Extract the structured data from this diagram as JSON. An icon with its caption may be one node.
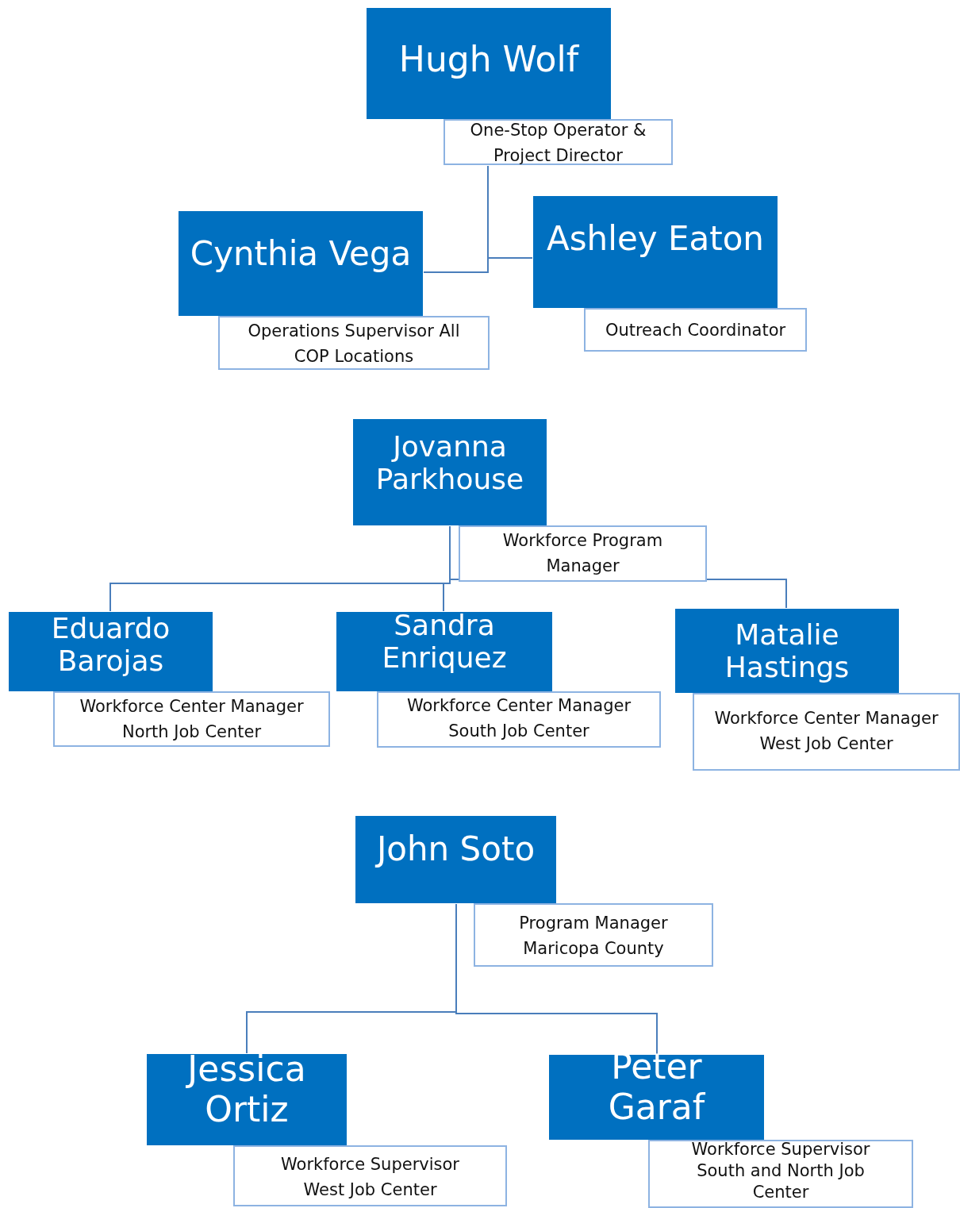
{
  "diagram": {
    "nodes": [
      {
        "text": [
          "Hugh Wolf"
        ]
      },
      {
        "text": [
          "One-Stop Operator & Project Director"
        ]
      },
      {
        "text": [
          "Cynthia Vega"
        ]
      },
      {
        "text": [
          "Operations Supervisor All COP Locations"
        ]
      },
      {
        "text": [
          "Ashley Eaton"
        ]
      },
      {
        "text": [
          "Outreach Coordinator"
        ]
      },
      {
        "text": [
          "Jovanna Parkhouse"
        ]
      },
      {
        "text": [
          "Workforce Program Manager"
        ]
      },
      {
        "text": [
          "Eduardo Barojas"
        ]
      },
      {
        "text": [
          "Workforce Center Manager North Job Center"
        ]
      },
      {
        "text": [
          "Sandra Enriquez"
        ]
      },
      {
        "text": [
          "Workforce Center Manager South Job Center"
        ]
      },
      {
        "text": [
          "Matalie Hastings"
        ]
      },
      {
        "text": [
          "Workforce Center Manager West Job Center"
        ]
      },
      {
        "text": [
          "John Soto"
        ]
      },
      {
        "text": [
          "Program Manager Maricopa County"
        ]
      },
      {
        "text": [
          "Jessica Ortiz"
        ]
      },
      {
        "text": [
          "Workforce Supervisor West Job Center"
        ]
      },
      {
        "text": [
          "Peter Garaf"
        ]
      },
      {
        "text": [
          "Workforce Supervisor South and North Job Center"
        ]
      }
    ],
    "edges": [
      {
        "from": 1,
        "to": 2,
        "arrow": "none"
      },
      {
        "from": 1,
        "to": 4,
        "arrow": "none"
      },
      {
        "from": 6,
        "to": 8,
        "arrow": "none"
      },
      {
        "from": 6,
        "to": 10,
        "arrow": "none"
      },
      {
        "from": 6,
        "to": 12,
        "arrow": "none"
      },
      {
        "from": 14,
        "to": 16,
        "arrow": "none"
      },
      {
        "from": 14,
        "to": 18,
        "arrow": "none"
      }
    ]
  }
}
